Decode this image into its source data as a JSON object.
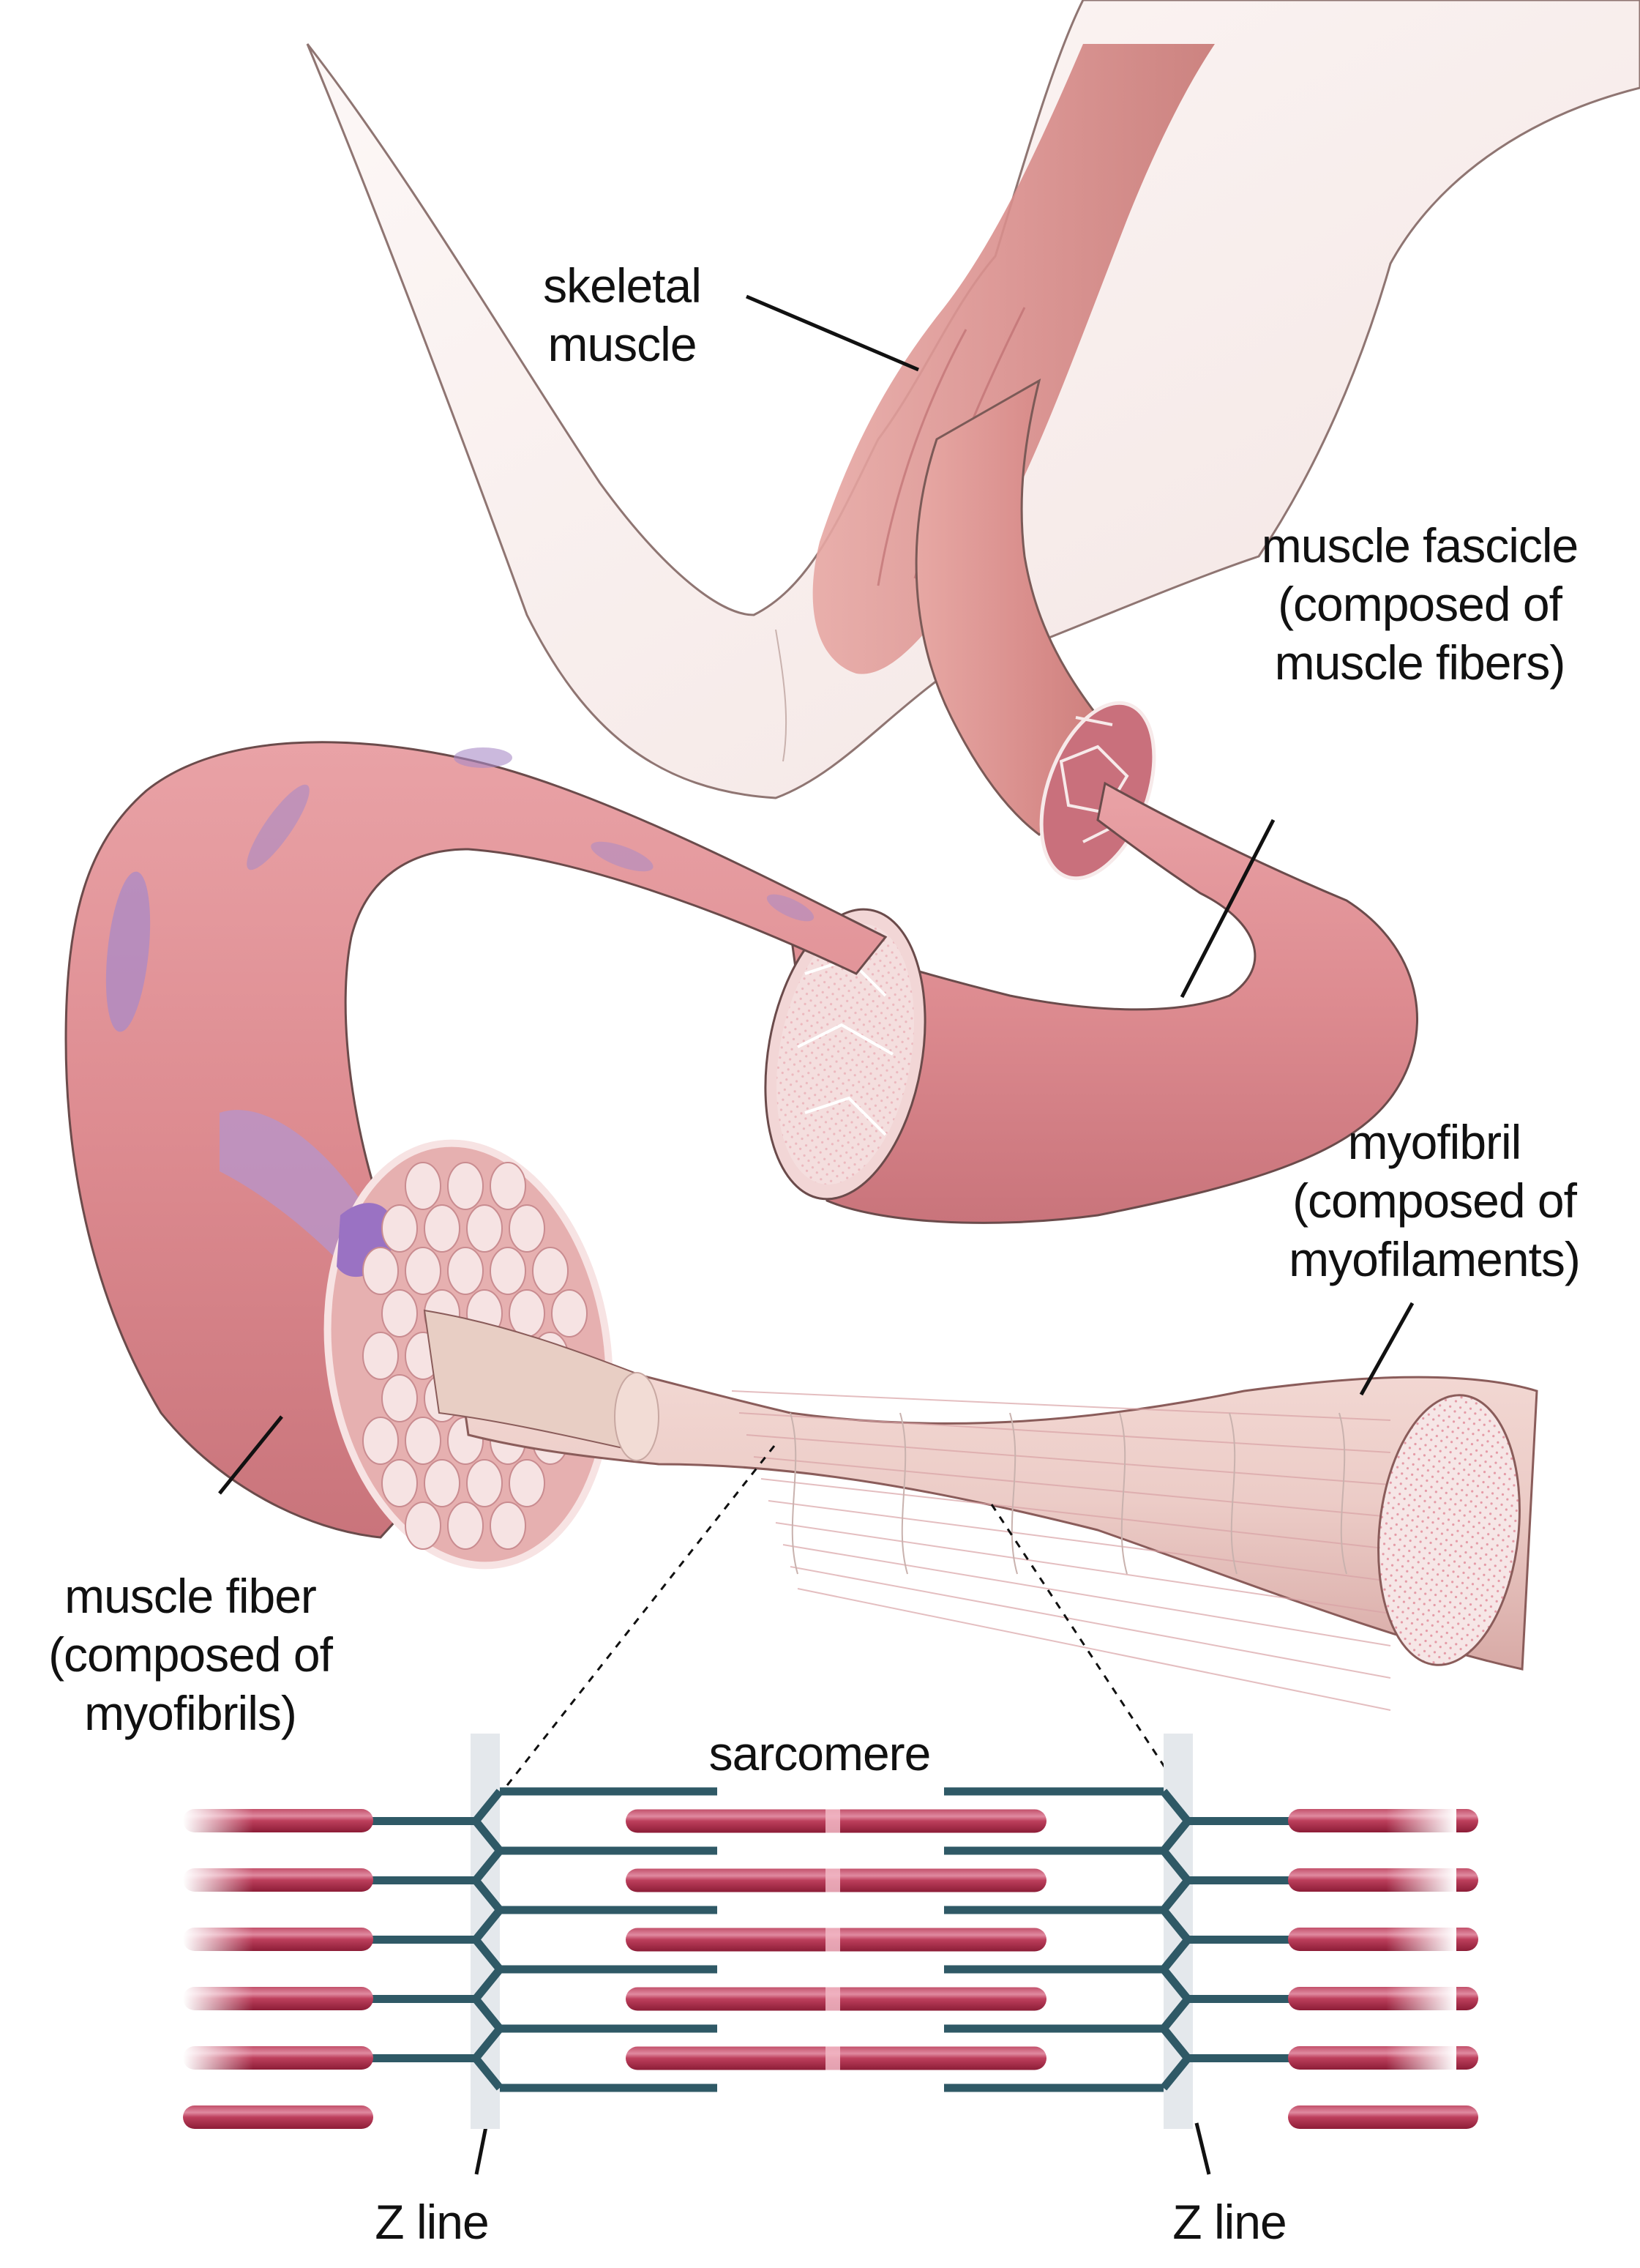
{
  "figure": {
    "topic": "Skeletal muscle structure hierarchy",
    "colors": {
      "skin": "#f7ecea",
      "muscle": "#dc8f93",
      "muscle_dark": "#b86068",
      "fiber_cut": "#f6e3e3",
      "nucleus": "#a98ac7",
      "myofibril": "#eccfca",
      "thick_filament": "#b8324f",
      "thin_filament": "#2f5966",
      "z_band": "#e4e8ec",
      "m_line": "#f2b8c6",
      "text": "#111111"
    }
  },
  "labels": {
    "skeletal_muscle": [
      "skeletal",
      "muscle"
    ],
    "muscle_fascicle": [
      "muscle fascicle",
      "(composed of",
      "muscle fibers)"
    ],
    "myofibril": [
      "myofibril",
      "(composed of",
      "myofilaments)"
    ],
    "muscle_fiber": [
      "muscle fiber",
      "(composed of",
      "myofibrils)"
    ],
    "sarcomere": "sarcomere",
    "z_line_left": "Z line",
    "z_line_right": "Z line"
  },
  "sarcomere_diagram": {
    "thick_filament_rows": 5,
    "thin_filament_rows": 6,
    "outer_thick_filaments_each_side": 6,
    "outer_thin_filaments_each_side": 5
  }
}
